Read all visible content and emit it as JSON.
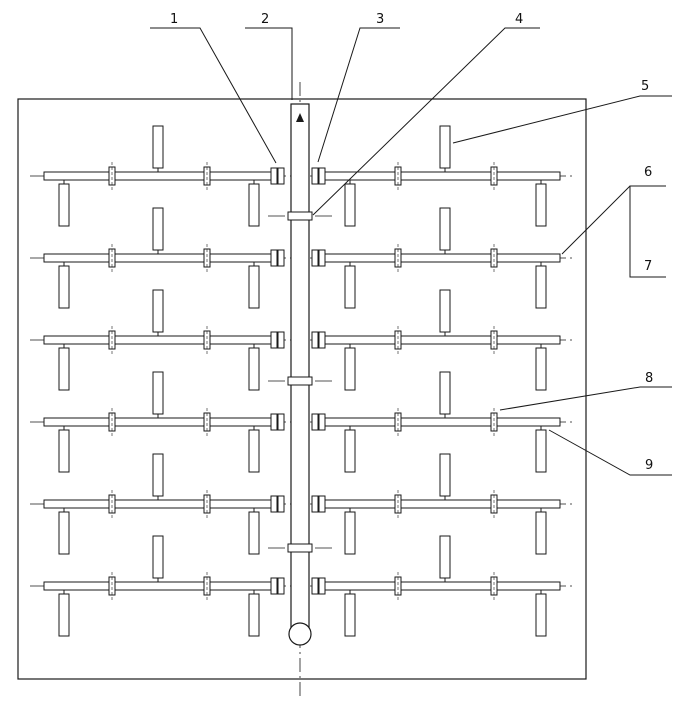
{
  "colors": {
    "ink": "#1a1a1a",
    "background": "#ffffff"
  },
  "callouts": [
    {
      "id": "1",
      "label": "1"
    },
    {
      "id": "2",
      "label": "2"
    },
    {
      "id": "3",
      "label": "3"
    },
    {
      "id": "4",
      "label": "4"
    },
    {
      "id": "5",
      "label": "5"
    },
    {
      "id": "6",
      "label": "6"
    },
    {
      "id": "7",
      "label": "7"
    },
    {
      "id": "8",
      "label": "8"
    },
    {
      "id": "9",
      "label": "9"
    }
  ]
}
